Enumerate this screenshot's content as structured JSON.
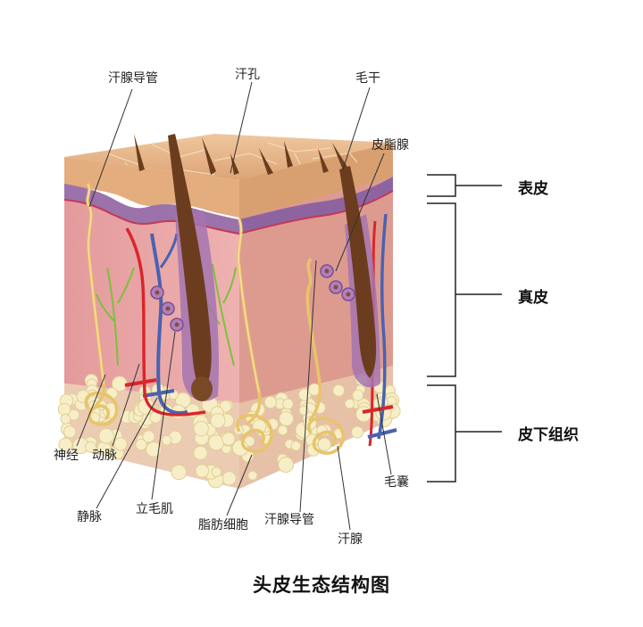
{
  "title": "头皮生态结构图",
  "layers": {
    "epidermis": "表皮",
    "dermis": "真皮",
    "subcutis": "皮下组织"
  },
  "labels": {
    "sweat_duct_top": "汗腺导管",
    "pore": "汗孔",
    "hair_shaft": "毛干",
    "sebaceous_gland": "皮脂腺",
    "nerve": "神经",
    "artery": "动脉",
    "vein": "静脉",
    "arrector_pili": "立毛肌",
    "fat_cells": "脂肪细胞",
    "sweat_duct_bottom": "汗腺导管",
    "sweat_gland": "汗腺",
    "follicle": "毛囊"
  },
  "colors": {
    "epidermis": "#e8b98a",
    "dermis": "#e8a2a2",
    "subcutis": "#f2dcc8",
    "basal_layer": "#9b6fa8",
    "hair": "#6b3d1e",
    "artery": "#d9262b",
    "vein": "#4a62b0",
    "nerve": "#7fbf3f",
    "sweat_gland": "#f2d479",
    "fat": "#f6edc4"
  }
}
